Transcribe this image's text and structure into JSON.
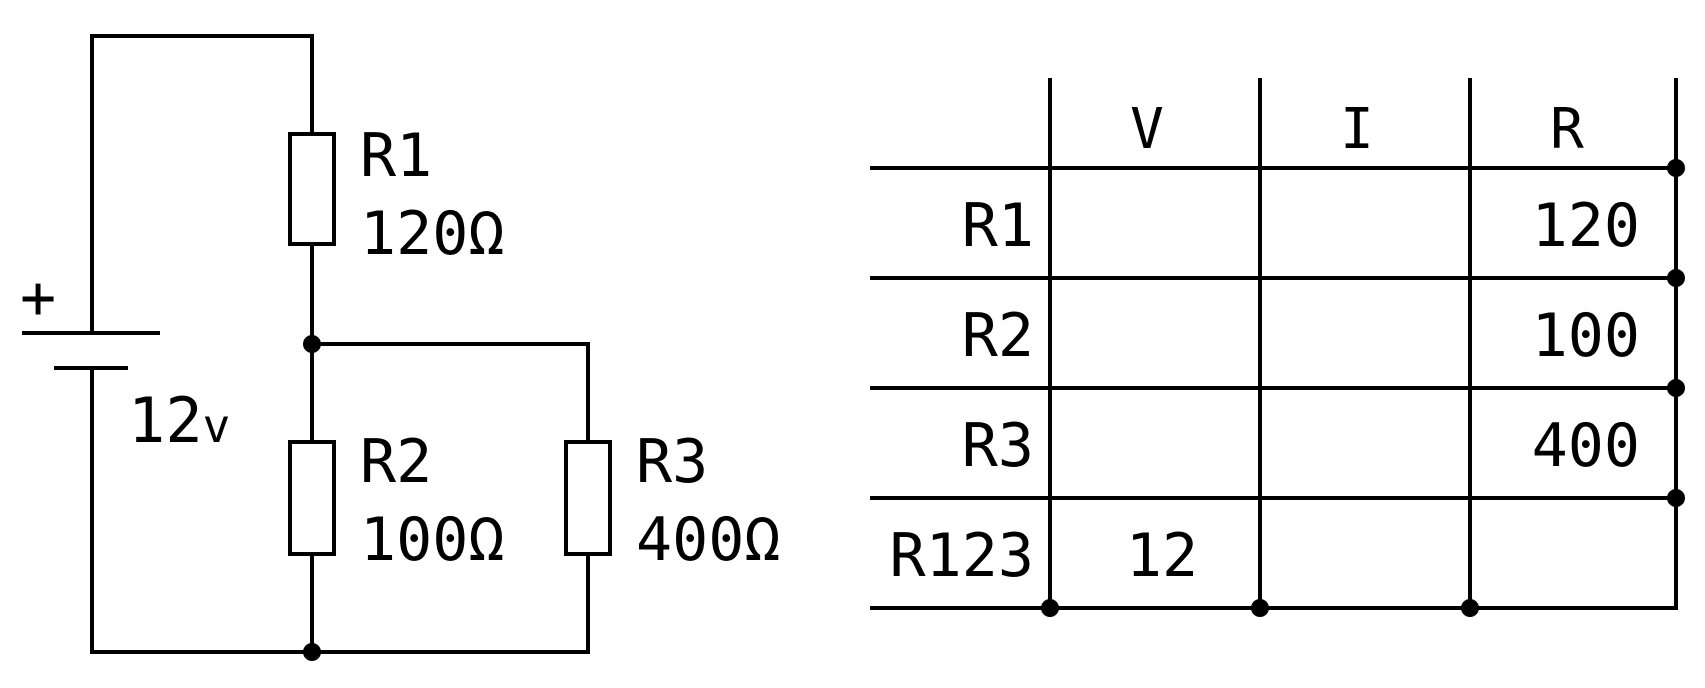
{
  "circuit": {
    "battery": {
      "polarity": "+",
      "voltage_value": "12",
      "voltage_unit": "v"
    },
    "resistors": [
      {
        "name": "R1",
        "value": "120Ω"
      },
      {
        "name": "R2",
        "value": "100Ω"
      },
      {
        "name": "R3",
        "value": "400Ω"
      }
    ]
  },
  "table": {
    "headers": [
      "V",
      "I",
      "R"
    ],
    "rows": [
      {
        "label": "R1",
        "v": "",
        "i": "",
        "r": "120"
      },
      {
        "label": "R2",
        "v": "",
        "i": "",
        "r": "100"
      },
      {
        "label": "R3",
        "v": "",
        "i": "",
        "r": "400"
      },
      {
        "label": "R123",
        "v": "12",
        "i": "",
        "r": ""
      }
    ]
  }
}
